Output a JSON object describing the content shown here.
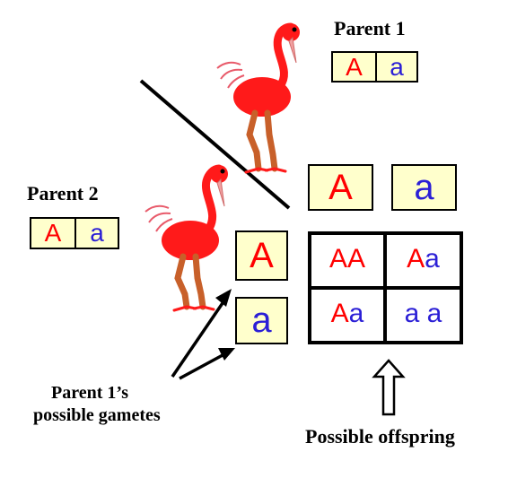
{
  "parent1": {
    "label": "Parent 1",
    "alleles": [
      "A",
      "a"
    ]
  },
  "parent2": {
    "label": "Parent 2",
    "alleles": [
      "A",
      "a"
    ]
  },
  "gametes_label_line1": "Parent 1’s",
  "gametes_label_line2": "possible gametes",
  "top_gametes": [
    "A",
    "a"
  ],
  "side_gametes": [
    "A",
    "a"
  ],
  "offspring": {
    "row1": {
      "c1_dom": "AA",
      "c1_rec": "",
      "c2_dom": "A",
      "c2_rec": "a"
    },
    "row2": {
      "c1_dom": "A",
      "c1_rec": "a",
      "c2_dom": "",
      "c2_rec": "a a"
    }
  },
  "offspring_label": "Possible offspring",
  "colors": {
    "dominant": "#ff0000",
    "recessive": "#2b1fd6",
    "gamete_box": "#ffffcc",
    "bird": "#ff1a1a",
    "legs": "#c8602a"
  },
  "icons": [
    "flamingo-icon",
    "flamingo-icon",
    "arrow-icon",
    "arrow-icon",
    "hollow-up-arrow-icon"
  ]
}
